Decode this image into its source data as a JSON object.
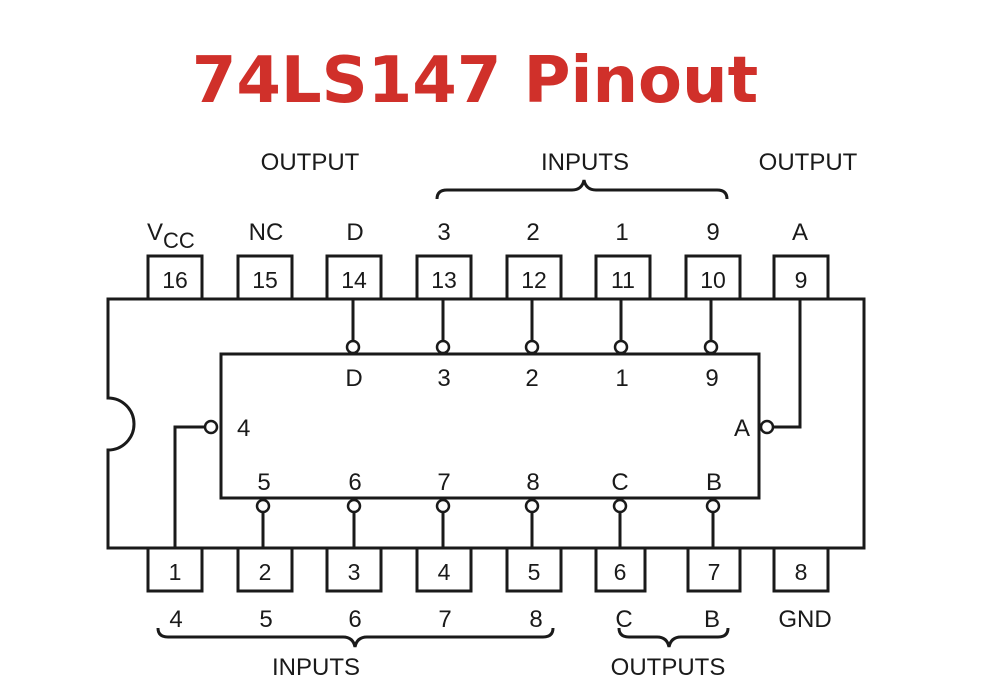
{
  "title": "74LS147 Pinout",
  "title_color": "#d0302a",
  "line_color": "#1a1a1a",
  "top_groups": {
    "output_left": "OUTPUT",
    "inputs": "INPUTS",
    "output_right": "OUTPUT"
  },
  "bottom_groups": {
    "inputs": "INPUTS",
    "outputs": "OUTPUTS"
  },
  "vcc": {
    "main": "V",
    "sub": "CC"
  },
  "top_pins": [
    {
      "num": "16",
      "label": ""
    },
    {
      "num": "15",
      "label": "NC"
    },
    {
      "num": "14",
      "label": "D"
    },
    {
      "num": "13",
      "label": "3"
    },
    {
      "num": "12",
      "label": "2"
    },
    {
      "num": "11",
      "label": "1"
    },
    {
      "num": "10",
      "label": "9"
    },
    {
      "num": "9",
      "label": "A"
    }
  ],
  "bottom_pins": [
    {
      "num": "1",
      "label": "4"
    },
    {
      "num": "2",
      "label": "5"
    },
    {
      "num": "3",
      "label": "6"
    },
    {
      "num": "4",
      "label": "7"
    },
    {
      "num": "5",
      "label": "8"
    },
    {
      "num": "6",
      "label": "C"
    },
    {
      "num": "7",
      "label": "B"
    },
    {
      "num": "8",
      "label": "GND"
    }
  ],
  "inner_top_labels": [
    "D",
    "3",
    "2",
    "1",
    "9"
  ],
  "inner_bottom_labels": [
    "5",
    "6",
    "7",
    "8",
    "C",
    "B"
  ],
  "inner_left_label": "4",
  "inner_right_label": "A"
}
